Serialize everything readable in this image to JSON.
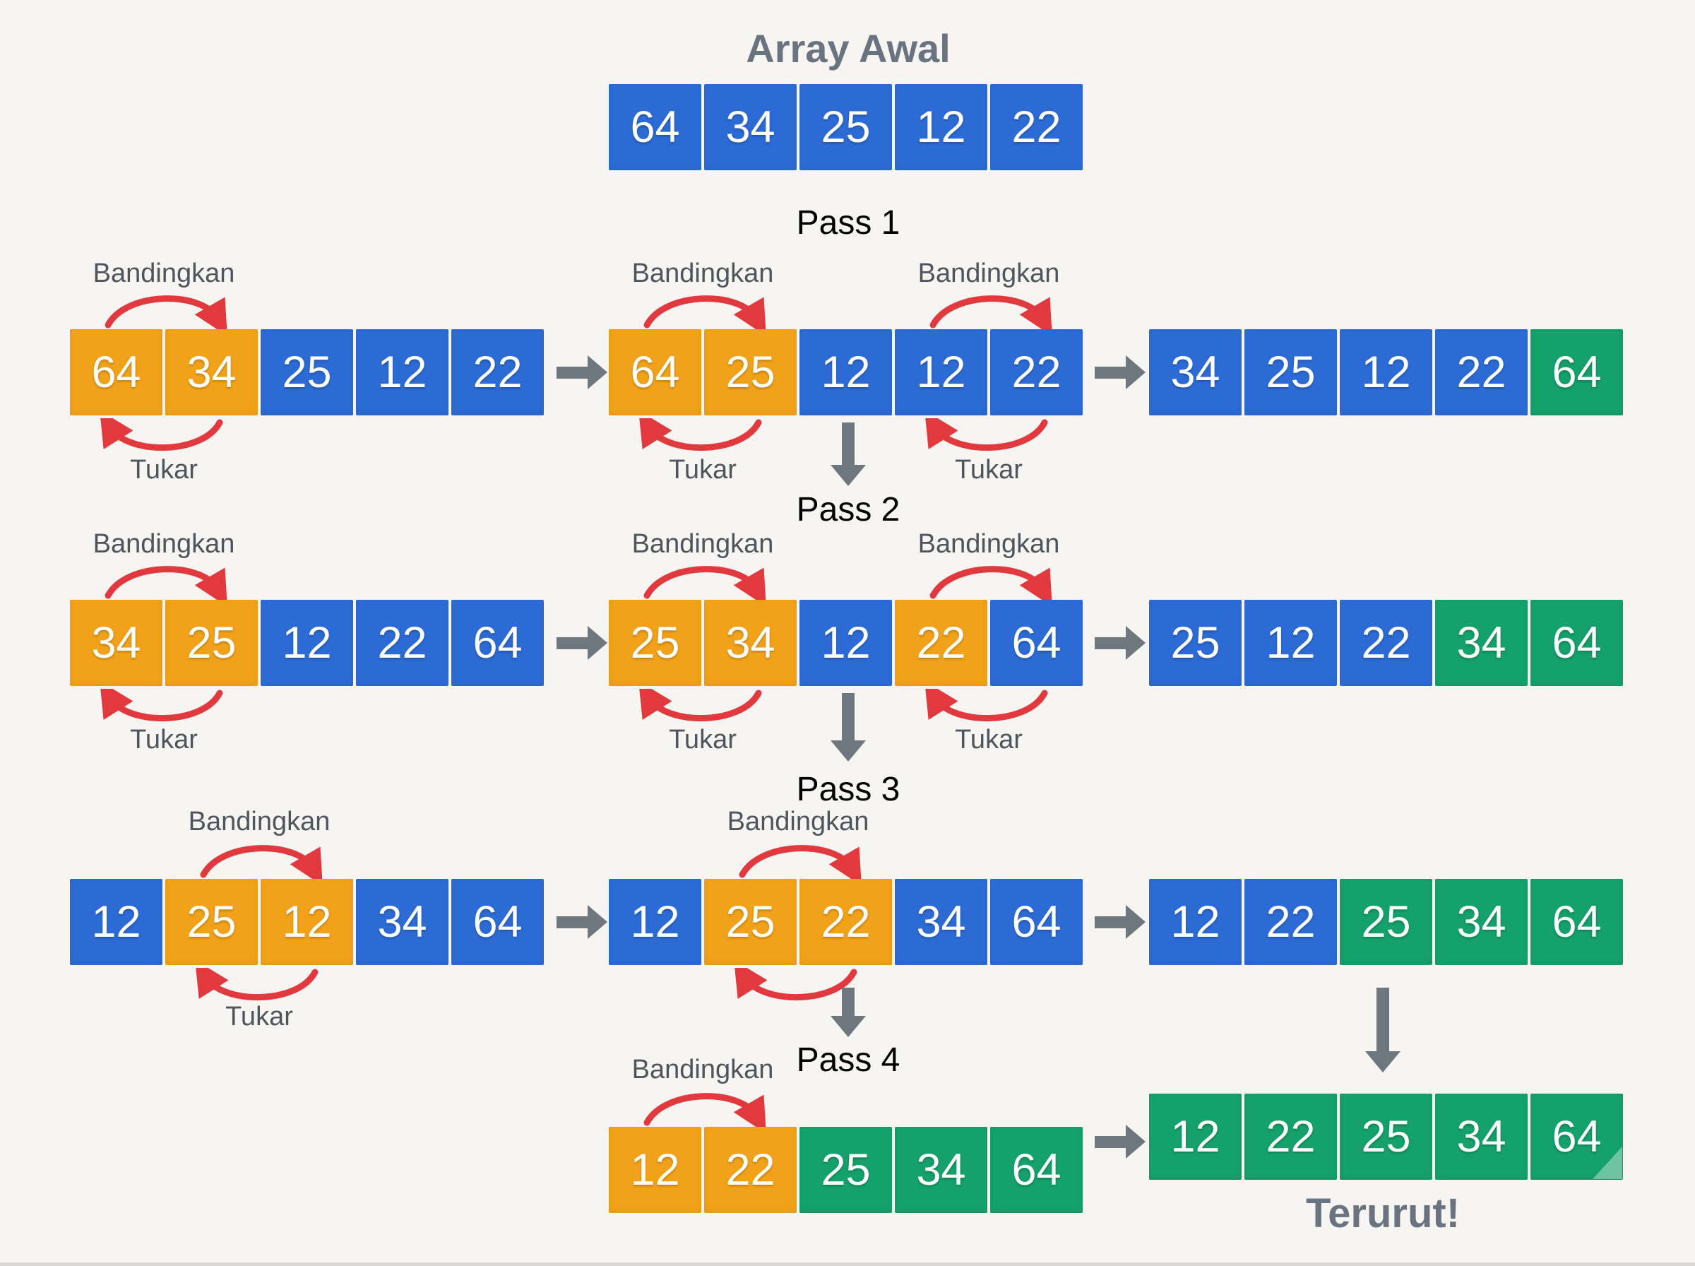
{
  "palette": {
    "blue": "#2c6bd5",
    "orange": "#f2a218",
    "green": "#14a16b",
    "red": "#e2393e",
    "gray": "#6e767e",
    "label_gray": "#4f555d",
    "heading_gray": "#6a7380",
    "background": "#f7f5f2",
    "cell_text": "#ffffff"
  },
  "strings": {
    "title": "Array Awal",
    "compare": "Bandingkan",
    "swap": "Tukar",
    "sorted": "Terurut!"
  },
  "pass_labels": [
    "Pass 1",
    "Pass 2",
    "Pass 3",
    "Pass 4"
  ],
  "arrays": [
    {
      "id": "initial",
      "row": "top",
      "column": "middle",
      "values": [
        "64",
        "34",
        "25",
        "12",
        "22"
      ],
      "colors": [
        "blue",
        "blue",
        "blue",
        "blue",
        "blue"
      ],
      "compares": [],
      "swaps": []
    },
    {
      "id": "pass1-step1",
      "row": "pass1",
      "column": "left",
      "values": [
        "64",
        "34",
        "25",
        "12",
        "22"
      ],
      "colors": [
        "orange",
        "orange",
        "blue",
        "blue",
        "blue"
      ],
      "compares": [
        {
          "pair": 0,
          "label": true
        }
      ],
      "swaps": [
        {
          "pair": 0,
          "label": true
        }
      ],
      "arrow_to_next": "right"
    },
    {
      "id": "pass1-step2",
      "row": "pass1",
      "column": "middle",
      "values": [
        "64",
        "25",
        "12",
        "12",
        "22"
      ],
      "colors": [
        "orange",
        "orange",
        "blue",
        "blue",
        "blue"
      ],
      "compares": [
        {
          "pair": 0,
          "label": true
        },
        {
          "pair": 3,
          "label": true
        }
      ],
      "swaps": [
        {
          "pair": 0,
          "label": true
        },
        {
          "pair": 3,
          "label": true
        }
      ],
      "arrow_to_next": "right",
      "arrow_down": true
    },
    {
      "id": "pass1-result",
      "row": "pass1",
      "column": "right",
      "values": [
        "34",
        "25",
        "12",
        "22",
        "64"
      ],
      "colors": [
        "blue",
        "blue",
        "blue",
        "blue",
        "green"
      ],
      "compares": [],
      "swaps": []
    },
    {
      "id": "pass2-step1",
      "row": "pass2",
      "column": "left",
      "values": [
        "34",
        "25",
        "12",
        "22",
        "64"
      ],
      "colors": [
        "orange",
        "orange",
        "blue",
        "blue",
        "blue"
      ],
      "compares": [
        {
          "pair": 0,
          "label": true
        }
      ],
      "swaps": [
        {
          "pair": 0,
          "label": true
        }
      ],
      "arrow_to_next": "right"
    },
    {
      "id": "pass2-step2",
      "row": "pass2",
      "column": "middle",
      "values": [
        "25",
        "34",
        "12",
        "22",
        "64"
      ],
      "colors": [
        "orange",
        "orange",
        "blue",
        "orange",
        "blue"
      ],
      "compares": [
        {
          "pair": 0,
          "label": true
        },
        {
          "pair": 3,
          "label": true
        }
      ],
      "swaps": [
        {
          "pair": 0,
          "label": true
        },
        {
          "pair": 3,
          "label": true
        }
      ],
      "arrow_to_next": "right",
      "arrow_down": true
    },
    {
      "id": "pass2-result",
      "row": "pass2",
      "column": "right",
      "values": [
        "25",
        "12",
        "22",
        "34",
        "64"
      ],
      "colors": [
        "blue",
        "blue",
        "blue",
        "green",
        "green"
      ],
      "compares": [],
      "swaps": []
    },
    {
      "id": "pass3-step1",
      "row": "pass3",
      "column": "left",
      "values": [
        "12",
        "25",
        "12",
        "34",
        "64"
      ],
      "colors": [
        "blue",
        "orange",
        "orange",
        "blue",
        "blue"
      ],
      "compares": [
        {
          "pair": 1,
          "label": true
        }
      ],
      "swaps": [
        {
          "pair": 1,
          "label": true
        }
      ],
      "arrow_to_next": "right"
    },
    {
      "id": "pass3-step2",
      "row": "pass3",
      "column": "middle",
      "values": [
        "12",
        "25",
        "22",
        "34",
        "64"
      ],
      "colors": [
        "blue",
        "orange",
        "orange",
        "blue",
        "blue"
      ],
      "compares": [
        {
          "pair": 1,
          "label": true
        }
      ],
      "swaps": [
        {
          "pair": 1,
          "label": false
        }
      ],
      "arrow_to_next": "right",
      "arrow_down": true
    },
    {
      "id": "pass3-result",
      "row": "pass3",
      "column": "right",
      "values": [
        "12",
        "22",
        "25",
        "34",
        "64"
      ],
      "colors": [
        "blue",
        "blue",
        "green",
        "green",
        "green"
      ],
      "compares": [],
      "swaps": [],
      "arrow_down": true
    },
    {
      "id": "pass4-step1",
      "row": "pass4",
      "column": "middle",
      "values": [
        "12",
        "22",
        "25",
        "34",
        "64"
      ],
      "colors": [
        "orange",
        "orange",
        "green",
        "green",
        "green"
      ],
      "compares": [
        {
          "pair": 0,
          "label": true
        }
      ],
      "swaps": [],
      "arrow_to_next": "right"
    },
    {
      "id": "final",
      "row": "final",
      "column": "right",
      "values": [
        "12",
        "22",
        "25",
        "34",
        "64"
      ],
      "colors": [
        "green",
        "green",
        "green",
        "green",
        "green"
      ],
      "compares": [],
      "swaps": [],
      "corner_fold": true
    }
  ]
}
